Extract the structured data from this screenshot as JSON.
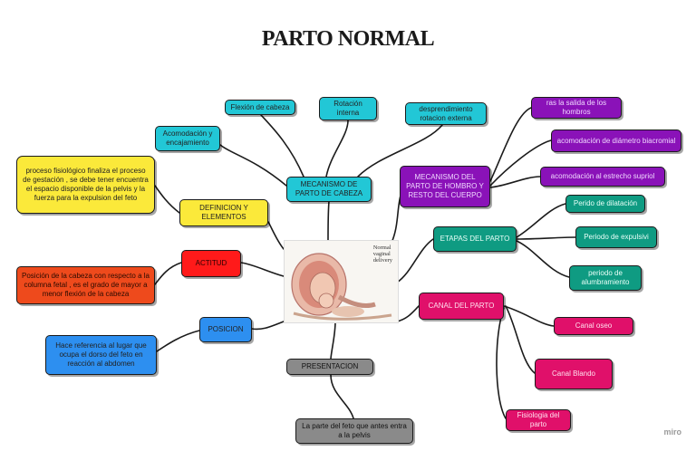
{
  "title": "PARTO NORMAL",
  "center_image_caption": "Normal\nvaginal\ndelivery",
  "watermark": "miro",
  "nodes": {
    "mecanismo_cabeza": "MECANISMO DE PARTO DE CABEZA",
    "acomodacion_encajamiento": "Acomodación y encajamiento",
    "flexion_cabeza": "Flexión de cabeza",
    "rotacion_interna": "Rotación interna",
    "desprendimiento": "desprendimiento rotacion externa",
    "definicion": "DEFINICION Y ELEMENTOS",
    "definicion_text": "proceso fisiológico finaliza el proceso de gestación , se debe tener encuentra el espacio disponible de la pelvis y la fuerza para la expulsion del feto",
    "actitud": "ACTITUD",
    "actitud_text": "Posición de la cabeza con respecto a la columna fetal , es el grado de mayor a menor flexión de la cabeza",
    "posicion": "POSICION",
    "posicion_text": "Hace referencia al lugar que ocupa el dorso del feto en reacción al abdomen",
    "presentacion": "PRESENTACION",
    "presentacion_text": "La parte del feto que antes entra a la pelvis",
    "mecanismo_hombro": "MECANISMO DEL PARTO DE HOMBRO Y RESTO DEL CUERPO",
    "salida_hombros": "ras la salida de los hombros",
    "acomodacion_biacromial": "acomodación de diámetro biacromial",
    "acomodacion_estrecho": "acomodación al estrecho supriol",
    "etapas": "ETAPAS DEL PARTO",
    "periodo_dilatacion": "Perido de dilatación",
    "periodo_expulsivo": "Periodo de expulsivi",
    "periodo_alumbramiento": "periodo de alumbramiento",
    "canal": "CANAL DEL PARTO",
    "canal_oseo": "Canal oseo",
    "canal_blando": "Canal Blando",
    "fisiologia": "Fisiologia del parto"
  },
  "colors": {
    "cyan": "#22c7d6",
    "yellow": "#fbe93a",
    "red": "#ff1a1a",
    "orange": "#ee4a1c",
    "blue": "#2d8ff0",
    "gray": "#8a8a8a",
    "purple": "#8a12b8",
    "teal": "#0f9b82",
    "pink": "#e0106a"
  }
}
